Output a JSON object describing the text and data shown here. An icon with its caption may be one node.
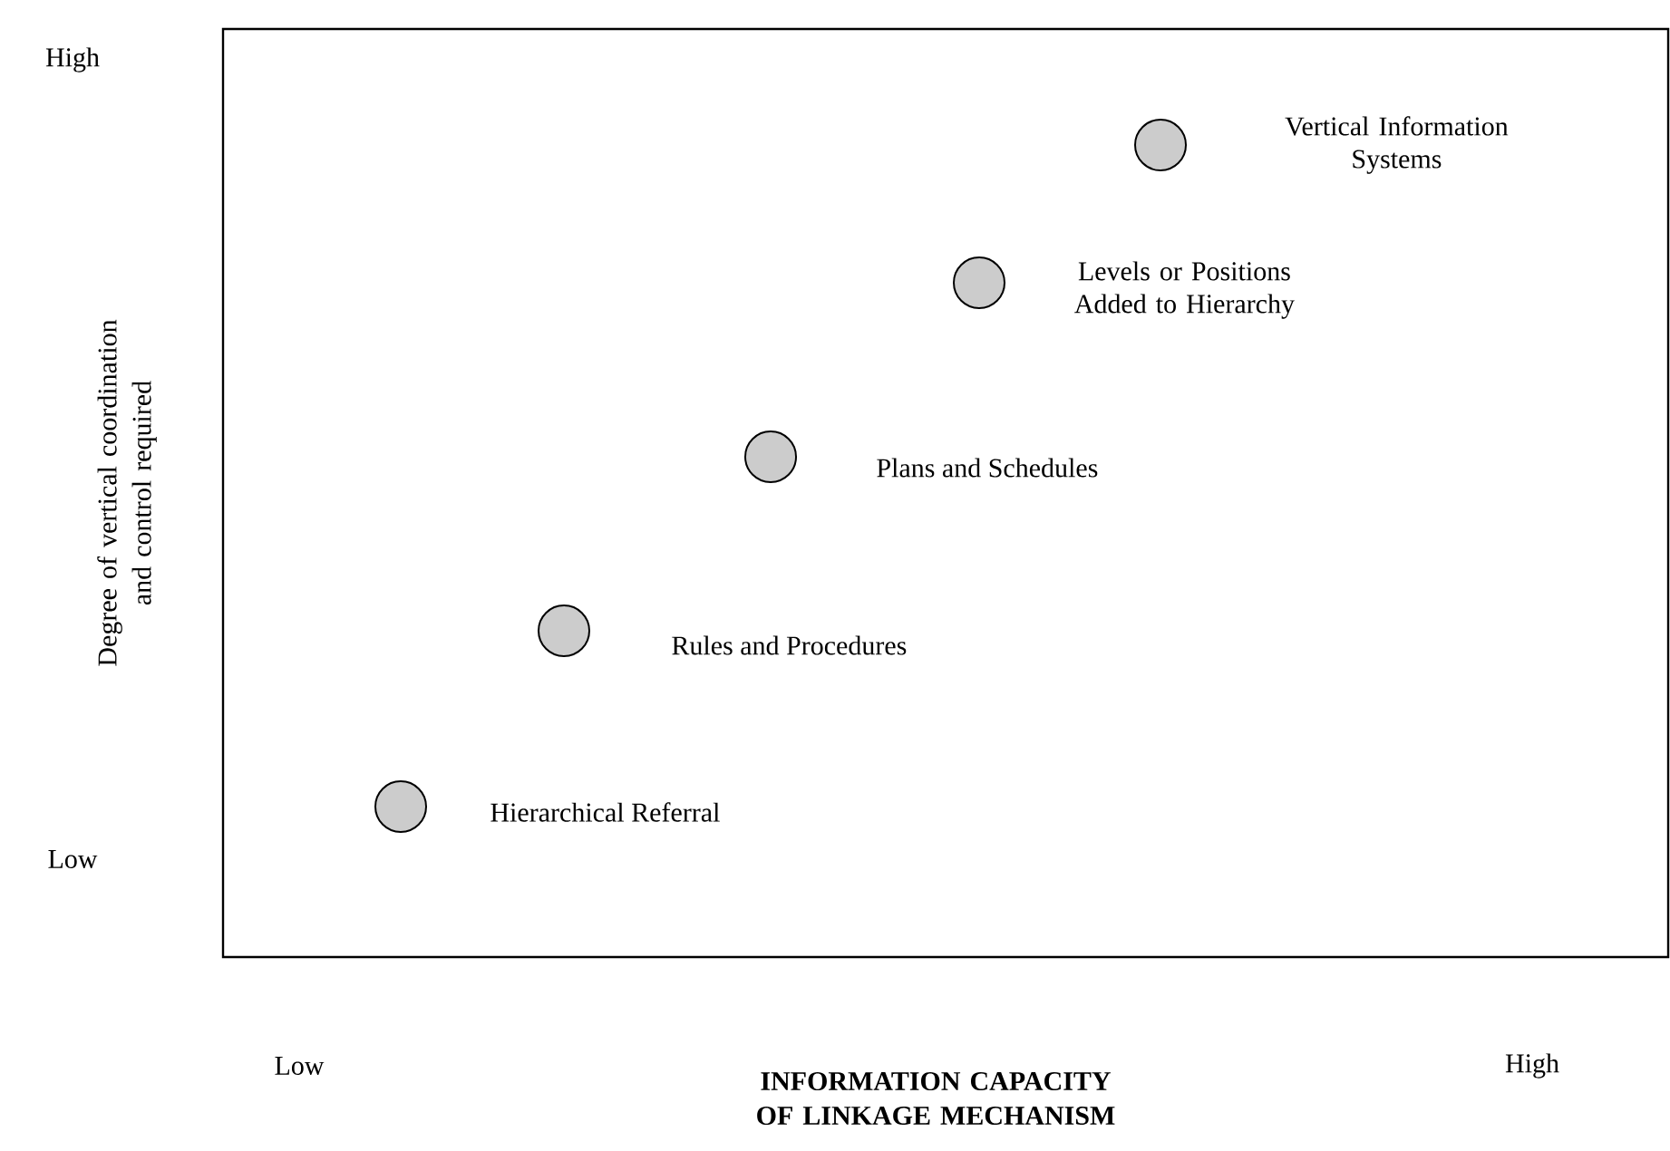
{
  "diagram": {
    "nodes": [
      {
        "text": [],
        "shape": "circle",
        "beside": [
          "Vertical Information Systems"
        ]
      },
      {
        "text": [],
        "shape": "circle",
        "beside": [
          "Levels or Positions Added to Hierarchy"
        ]
      },
      {
        "text": [],
        "shape": "circle",
        "beside": [
          "Plans and Schedules"
        ]
      },
      {
        "text": [],
        "shape": "circle",
        "beside": [
          "Rules and Procedures"
        ]
      },
      {
        "text": [],
        "shape": "circle",
        "beside": [
          "Hierarchical Referral"
        ]
      }
    ],
    "labels": [
      "High",
      "Degree of vertical coordination and control required",
      "Low",
      "Low",
      "INFORMATION CAPACITY OF LINKAGE MECHANISM",
      "High"
    ]
  }
}
